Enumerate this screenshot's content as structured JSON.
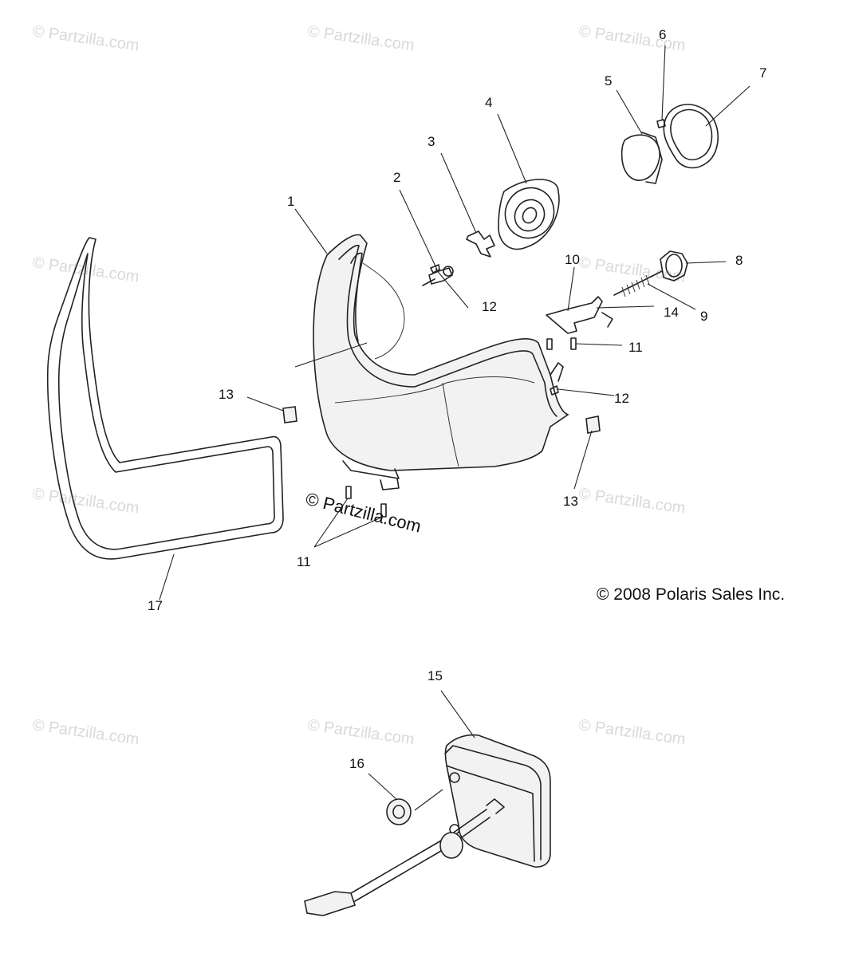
{
  "callouts": {
    "c1": "1",
    "c2": "2",
    "c3": "3",
    "c4": "4",
    "c5": "5",
    "c6": "6",
    "c7": "7",
    "c8": "8",
    "c9": "9",
    "c10": "10",
    "c11a": "11",
    "c11b": "11",
    "c12a": "12",
    "c12b": "12",
    "c13a": "13",
    "c13b": "13",
    "c14": "14",
    "c15": "15",
    "c16": "16",
    "c17": "17"
  },
  "watermark": {
    "text": "© Partzilla.com",
    "center_text": "© Partzilla.com"
  },
  "copyright": "© 2008 Polaris Sales Inc."
}
